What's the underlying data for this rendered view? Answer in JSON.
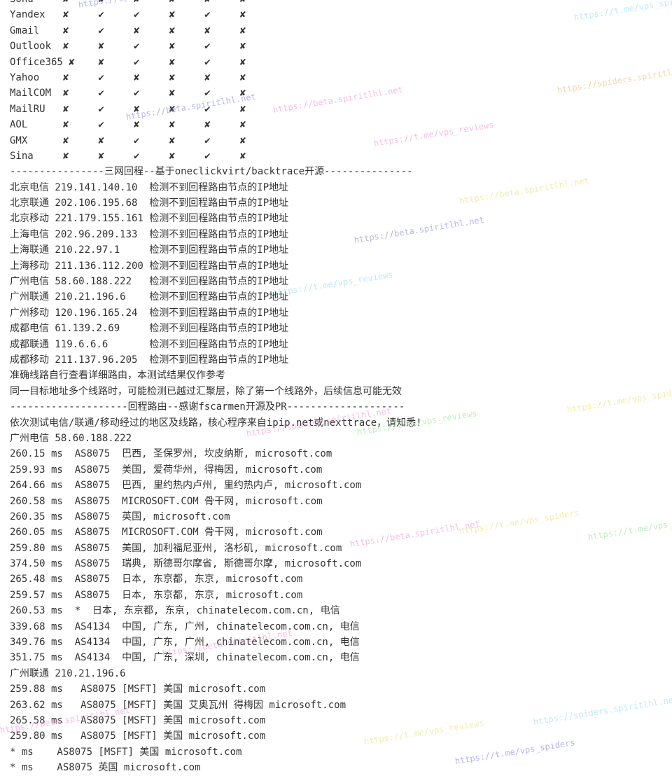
{
  "terminal": {
    "lines": [
      "Sohu     ✘     ✘     ✘     ✘     ✘     ✘",
      "Yandex   ✘     ✔     ✔     ✘     ✔     ✘",
      "Gmail    ✘     ✔     ✘     ✘     ✘     ✘",
      "Outlook  ✘     ✘     ✔     ✘     ✔     ✘",
      "Office365 ✘    ✘     ✔     ✘     ✔     ✘",
      "Yahoo    ✘     ✔     ✘     ✘     ✘     ✘",
      "MailCOM  ✘     ✔     ✔     ✘     ✔     ✘",
      "MailRU   ✘     ✔     ✘     ✘     ✔     ✘",
      "AOL      ✘     ✔     ✘     ✘     ✘     ✘",
      "GMX      ✘     ✘     ✔     ✘     ✔     ✘",
      "Sina     ✘     ✘     ✔     ✘     ✔     ✘",
      "----------------三网回程--基于oneclickvirt/backtrace开源---------------",
      "北京电信 219.141.140.10  检测不到回程路由节点的IP地址",
      "北京联通 202.106.195.68  检测不到回程路由节点的IP地址",
      "北京移动 221.179.155.161 检测不到回程路由节点的IP地址",
      "上海电信 202.96.209.133  检测不到回程路由节点的IP地址",
      "上海联通 210.22.97.1     检测不到回程路由节点的IP地址",
      "上海移动 211.136.112.200 检测不到回程路由节点的IP地址",
      "广州电信 58.60.188.222   检测不到回程路由节点的IP地址",
      "广州联通 210.21.196.6    检测不到回程路由节点的IP地址",
      "广州移动 120.196.165.24  检测不到回程路由节点的IP地址",
      "成都电信 61.139.2.69     检测不到回程路由节点的IP地址",
      "成都联通 119.6.6.6       检测不到回程路由节点的IP地址",
      "成都移动 211.137.96.205  检测不到回程路由节点的IP地址",
      "准确线路自行查看详细路由，本测试结果仅作参考",
      "同一目标地址多个线路时，可能检测已越过汇聚层，除了第一个线路外，后续信息可能无效",
      "--------------------回程路由--感谢fscarmen开源及PR--------------------",
      "依次测试电信/联通/移动经过的地区及线路，核心程序来自ipip.net或nexttrace，请知悉!",
      "广州电信 58.60.188.222",
      "260.15 ms  AS8075  巴西, 圣保罗州, 坎皮纳斯, microsoft.com",
      "259.93 ms  AS8075  美国, 爱荷华州, 得梅因, microsoft.com",
      "264.66 ms  AS8075  巴西, 里约热内卢州, 里约热内卢, microsoft.com",
      "260.58 ms  AS8075  MICROSOFT.COM 骨干网, microsoft.com",
      "260.35 ms  AS8075  英国, microsoft.com",
      "260.05 ms  AS8075  MICROSOFT.COM 骨干网, microsoft.com",
      "259.80 ms  AS8075  美国, 加利福尼亚州, 洛杉矶, microsoft.com",
      "374.50 ms  AS8075  瑞典, 斯德哥尔摩省, 斯德哥尔摩, microsoft.com",
      "265.48 ms  AS8075  日本, 东京都, 东京, microsoft.com",
      "259.57 ms  AS8075  日本, 东京都, 东京, microsoft.com",
      "260.53 ms  *  日本, 东京都, 东京, chinatelecom.com.cn, 电信",
      "339.68 ms  AS4134  中国, 广东, 广州, chinatelecom.com.cn, 电信",
      "349.76 ms  AS4134  中国, 广东, 广州, chinatelecom.com.cn, 电信",
      "351.75 ms  AS4134  中国, 广东, 深圳, chinatelecom.com.cn, 电信",
      "广州联通 210.21.196.6",
      "259.88 ms   AS8075 [MSFT] 美国 microsoft.com",
      "263.62 ms   AS8075 [MSFT] 美国 艾奥瓦州 得梅因 microsoft.com",
      "265.58 ms   AS8075 [MSFT] 美国 microsoft.com",
      "259.80 ms   AS8075 [MSFT] 美国 microsoft.com",
      "* ms    AS8075 [MSFT] 美国 microsoft.com",
      "* ms    AS8075 英国 microsoft.com"
    ]
  },
  "watermarks": [
    "https://spiders",
    "https://t.me/vps_spiders",
    "https://beta.spiritlhl.net",
    "https://spiders.spiritlhl.net",
    "https://t.me/vps_reviews",
    "https://beta.spiritlhl.net",
    "https://beta.spiritlhl.net",
    "https://t.me/vps_reviews",
    "https://beta.spiritlhl.net",
    "https://spiders.spiritlhl.net",
    "https://t.me/vps_reviews",
    "https://t.me/vps_spiders",
    "https://beta.spiritlhl.net",
    "https://t.me/vps_spiders",
    "https://t.me/vps_spiders",
    "https://beta.spiritlhl.net",
    "https://spiders.spiritlhl.net",
    "https://t.me/vps_spiders",
    "https://beta.spiritlhl.net",
    "https://t.me/vps_reviews"
  ],
  "colors": {
    "background": "#ffffff",
    "text": "#333333"
  }
}
